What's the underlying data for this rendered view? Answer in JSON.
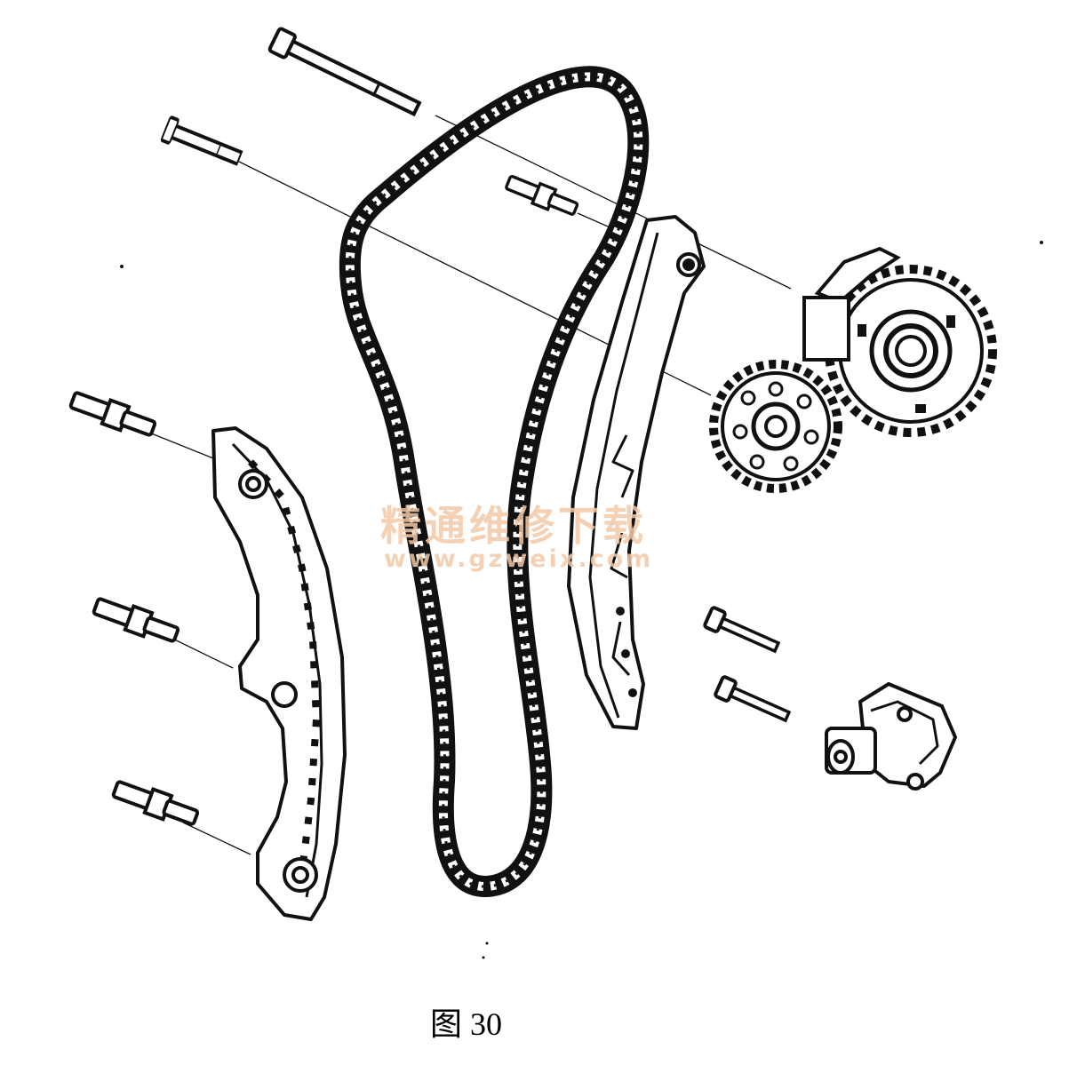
{
  "caption": "图 30",
  "watermark": {
    "text": "精通维修下载",
    "url": "www.gzweix.com",
    "color": "#f3c9a8"
  },
  "colors": {
    "line": "#111111",
    "background": "#ffffff"
  }
}
